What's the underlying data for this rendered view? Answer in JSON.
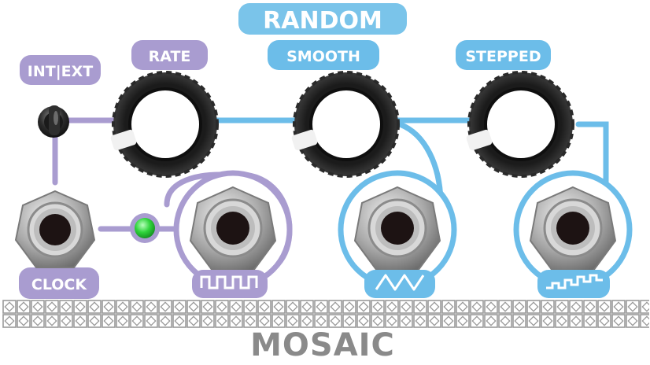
{
  "module": {
    "title": "RANDOM",
    "brand": "MOSAIC"
  },
  "labels": {
    "int_ext": "INT|EXT",
    "rate": "RATE",
    "smooth": "SMOOTH",
    "stepped": "STEPPED",
    "clock": "CLOCK"
  },
  "icons": {
    "pulse_output": "square-wave-icon",
    "smooth_output": "triangle-wave-icon",
    "stepped_output": "stepped-wave-icon"
  },
  "indicators": {
    "clock_led": "on"
  },
  "colors": {
    "purple": "#a99cd0",
    "blue": "#6cbde9",
    "blue_title": "#7ac4ea",
    "led": "#2fd43c",
    "brand": "#8a8a8a"
  }
}
